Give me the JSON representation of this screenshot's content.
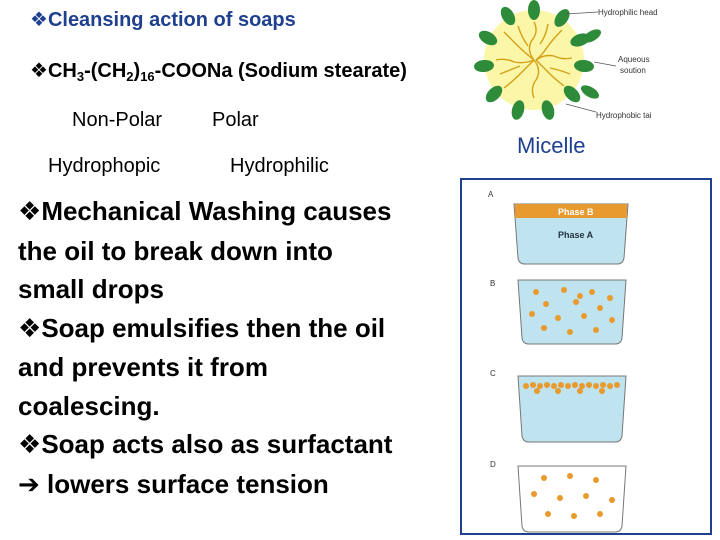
{
  "bullet_glyph": "❖",
  "title": "Cleansing action of soaps",
  "formula": {
    "p1": "CH",
    "s1": "3",
    "p2": "-(CH",
    "s2": "2",
    "p3": ")",
    "s3": "16",
    "p4": "-COONa (Sodium stearate)"
  },
  "labels": {
    "non_polar": "Non-Polar",
    "polar": "Polar",
    "hydrophobic": "Hydrophopic",
    "hydrophilic": "Hydrophilic"
  },
  "points": {
    "p1": [
      "Mechanical Washing causes",
      "the oil to break down into",
      "small drops"
    ],
    "p2": [
      "Soap emulsifies then the oil",
      "and prevents it from",
      "coalescing."
    ],
    "p3": [
      "Soap acts also as surfactant"
    ],
    "p4_arrow": "➔",
    "p4_text": " lowers surface tension"
  },
  "micelle": {
    "caption": "Micelle",
    "hydrophilic_head": "Hydrophilic head",
    "aqueous_line1": "Aqueous",
    "aqueous_line2": "soution",
    "hydrophobic_tail": "Hydrophobic tai"
  },
  "beakers": {
    "a_label": "A",
    "b_label": "B",
    "c_label": "C",
    "d_label": "D",
    "phase_b": "Phase B",
    "phase_a": "Phase A"
  },
  "colors": {
    "title_blue": "#1f3f8f",
    "water": "#bfe3ef",
    "oil": "#e89a2e",
    "micelle_head": "#2e8b3a",
    "micelle_core": "#fbf6a8"
  }
}
